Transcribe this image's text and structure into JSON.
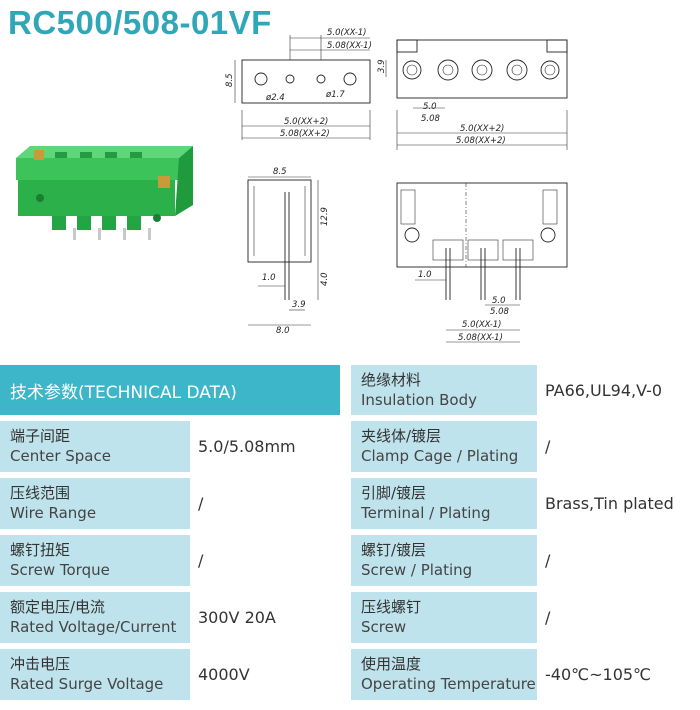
{
  "title": "RC500/508-01VF",
  "dims": {
    "top_pitch_a": "5.0(XX-1)",
    "top_pitch_b": "5.08(XX-1)",
    "height_85": "8.5",
    "dia_24": "ø2.4",
    "dia_17": "ø1.7",
    "dim_39": "3.9",
    "width_a": "5.0(XX+2)",
    "width_b": "5.08(XX+2)",
    "right_50": "5.0",
    "right_508": "5.08",
    "right_width_a": "5.0(XX+2)",
    "right_width_b": "5.08(XX+2)",
    "side_85": "8.5",
    "side_129": "12.9",
    "side_40": "4.0",
    "side_10": "1.0",
    "side_39": "3.9",
    "side_80": "8.0",
    "front_10": "1.0",
    "front_50": "5.0",
    "front_508": "5.08",
    "front_pitch_a": "5.0(XX-1)",
    "front_pitch_b": "5.08(XX-1)"
  },
  "table": {
    "header": "技术参数(TECHNICAL DATA)",
    "right_header": {
      "cn": "绝缘材料",
      "en": "Insulation Body",
      "value": "PA66,UL94,V-0"
    },
    "rows": [
      {
        "cn": "端子间距",
        "en": "Center Space",
        "value": "5.0/5.08mm",
        "cn2": "夹线体/镀层",
        "en2": "Clamp Cage / Plating",
        "value2": "/"
      },
      {
        "cn": "压线范围",
        "en": "Wire Range",
        "value": "/",
        "cn2": "引脚/镀层",
        "en2": "Terminal / Plating",
        "value2": "Brass,Tin plated"
      },
      {
        "cn": "螺钉扭矩",
        "en": "Screw Torque",
        "value": "/",
        "cn2": "螺钉/镀层",
        "en2": "Screw / Plating",
        "value2": "/"
      },
      {
        "cn": "额定电压/电流",
        "en": "Rated Voltage/Current",
        "value": "300V 20A",
        "cn2": "压线螺钉",
        "en2": "Screw",
        "value2": "/"
      },
      {
        "cn": "冲击电压",
        "en": "Rated Surge Voltage",
        "value": "4000V",
        "cn2": "使用温度",
        "en2": "Operating Temperature",
        "value2": "-40℃~105℃"
      }
    ]
  },
  "colors": {
    "accent": "#2fa7b8",
    "header_bg": "#3cb6c8",
    "label_bg": "#bfe3ec",
    "product_green": "#2bb04a"
  }
}
